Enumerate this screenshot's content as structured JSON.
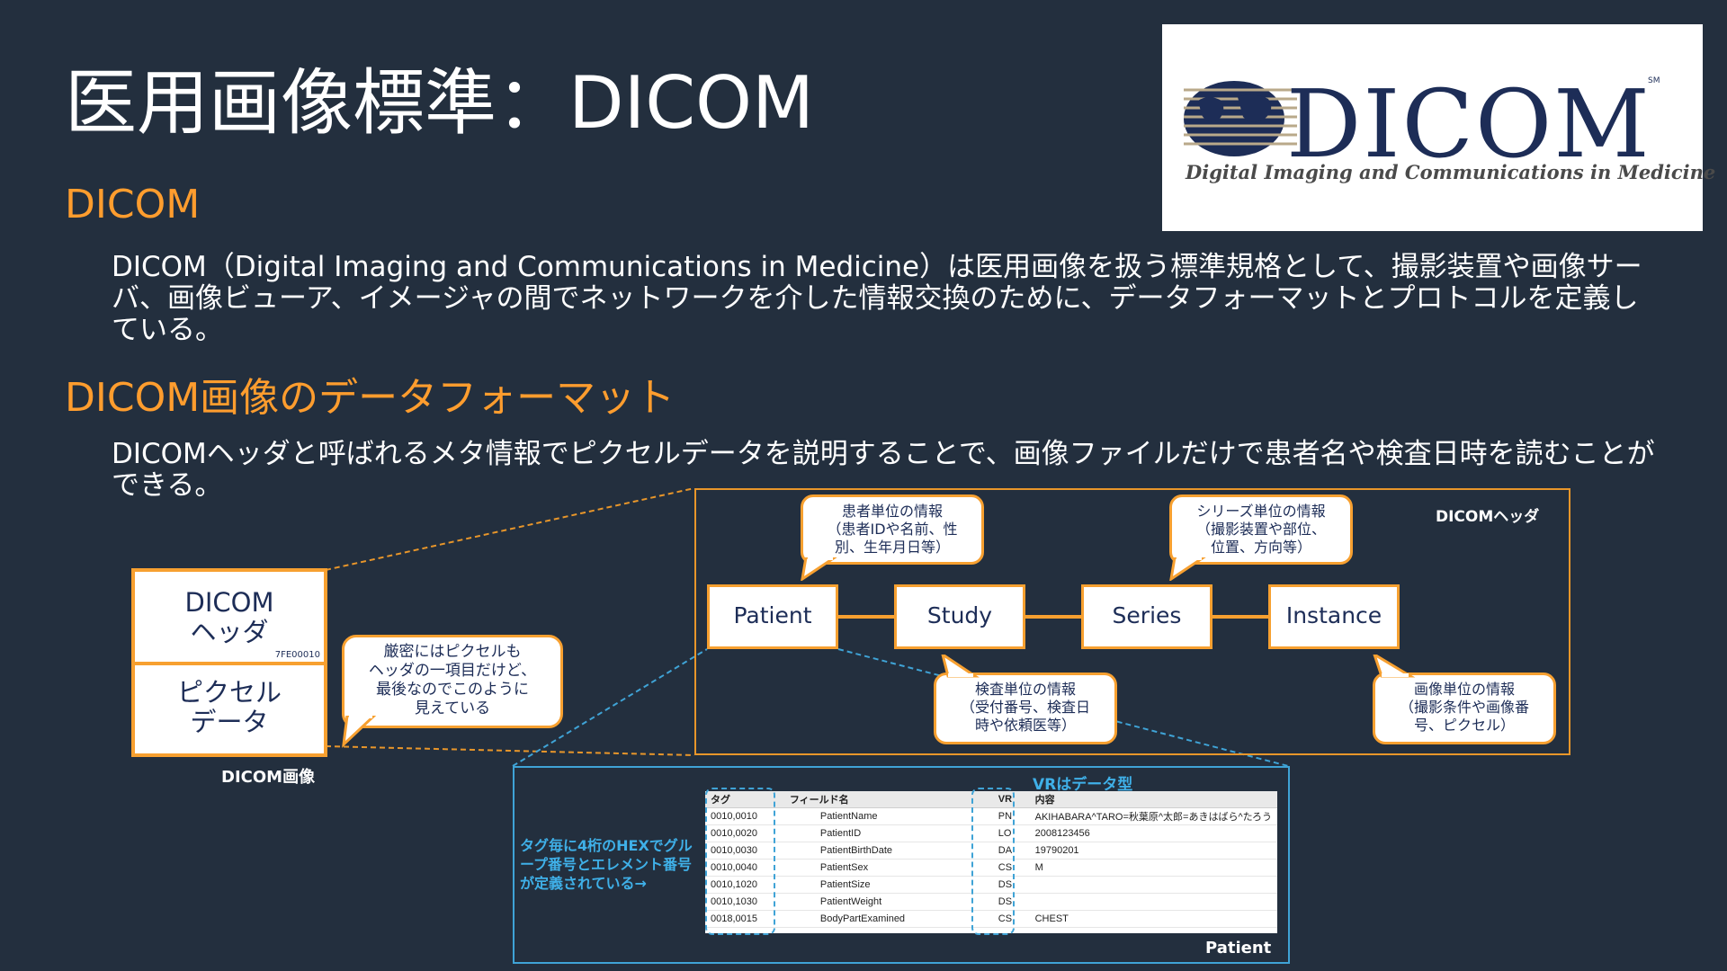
{
  "title": "医用画像標準：DICOM",
  "logo": {
    "word": "DICOM",
    "sm": "SM",
    "subtitle": "Digital Imaging and Communications in Medicine"
  },
  "section1": {
    "heading": "DICOM",
    "body": "DICOM（Digital Imaging and Communications in Medicine）は医用画像を扱う標準規格として、撮影装置や画像サーバ、画像ビューア、イメージャの間でネットワークを介した情報交換のために、データフォーマットとプロトコルを定義している。"
  },
  "section2": {
    "heading": "DICOM画像のデータフォーマット",
    "body": "DICOMヘッダと呼ばれるメタ情報でピクセルデータを説明することで、画像ファイルだけで患者名や検査日時を読むことができる。"
  },
  "dicom_image": {
    "header_label": "DICOM\nヘッダ",
    "tag": "7FE00010",
    "pixel_label": "ピクセル\nデータ",
    "caption": "DICOM画像"
  },
  "note_bubble": "厳密にはピクセルも\nヘッダの一項目だけど、\n最後なのでこのように\n見えている",
  "header_diagram": {
    "label": "DICOMヘッダ",
    "nodes": [
      "Patient",
      "Study",
      "Series",
      "Instance"
    ],
    "bubbles": {
      "patient": "患者単位の情報\n（患者IDや名前、性\n別、生年月日等）",
      "series": "シリーズ単位の情報\n（撮影装置や部位、\n位置、方向等）",
      "study": "検査単位の情報\n（受付番号、検査日\n時や依頼医等）",
      "instance": "画像単位の情報\n（撮影条件や画像番\n号、ピクセル）"
    }
  },
  "patient_table": {
    "vr_note": "VRはデータ型",
    "tag_note": "タグ毎に4桁のHEXでグループ番号とエレメント番号が定義されている→",
    "caption": "Patient",
    "columns": [
      "タグ",
      "フィールド名",
      "VR",
      "内容"
    ],
    "rows": [
      [
        "0010,0010",
        "PatientName",
        "PN",
        "AKIHABARA^TARO=秋葉原^太郎=あきはばら^たろう"
      ],
      [
        "0010,0020",
        "PatientID",
        "LO",
        "2008123456"
      ],
      [
        "0010,0030",
        "PatientBirthDate",
        "DA",
        "19790201"
      ],
      [
        "0010,0040",
        "PatientSex",
        "CS",
        "M"
      ],
      [
        "0010,1020",
        "PatientSize",
        "DS",
        ""
      ],
      [
        "0010,1030",
        "PatientWeight",
        "DS",
        ""
      ],
      [
        "0018,0015",
        "BodyPartExamined",
        "CS",
        "CHEST"
      ]
    ]
  },
  "colors": {
    "background": "#232f3e",
    "accent_orange": "#ff9d2e",
    "accent_blue": "#3fa3d6",
    "navy": "#1d2d57"
  }
}
